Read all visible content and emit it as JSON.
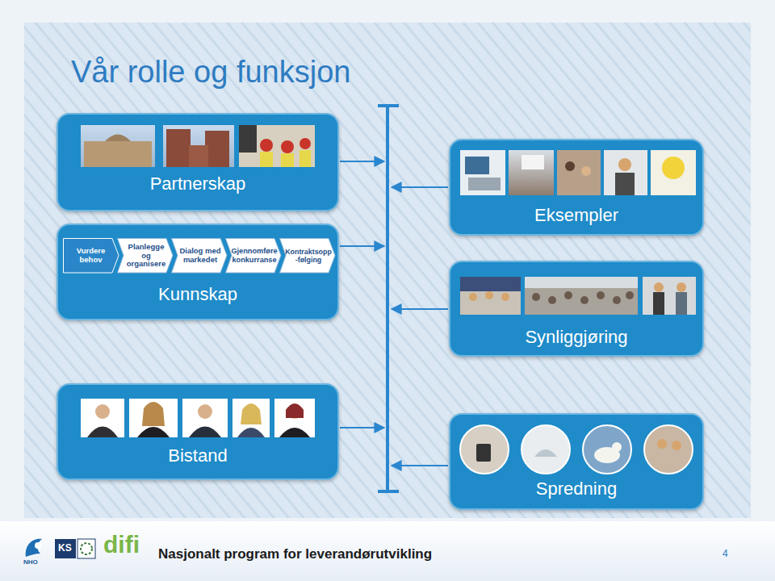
{
  "diagram": {
    "title": "Vår rolle og funksjon",
    "nodes": [
      {
        "text": [
          "Partnerskap"
        ]
      },
      {
        "text": [
          "Eksempler"
        ]
      },
      {
        "text": [
          "Kunnskap"
        ]
      },
      {
        "text": [
          "Vurdere behov"
        ],
        "in": 2
      },
      {
        "text": [
          "Planlegge og organisere"
        ],
        "in": 2
      },
      {
        "text": [
          "Dialog med markedet"
        ],
        "in": 2
      },
      {
        "text": [
          "Gjennomføre konkurranse"
        ],
        "in": 2
      },
      {
        "text": [
          "Kontraktsopp -følging"
        ],
        "in": 2
      },
      {
        "text": [
          "Synliggjøring"
        ]
      },
      {
        "text": [
          "Bistand"
        ]
      },
      {
        "text": [
          "Spredning"
        ]
      }
    ],
    "labels": [
      "NHO",
      "KS",
      "difi",
      "Nasjonalt program for leverandørutvikling",
      "4"
    ]
  }
}
